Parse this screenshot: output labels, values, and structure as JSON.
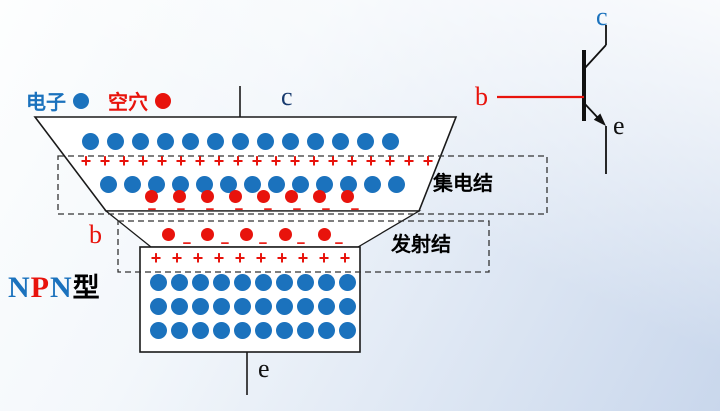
{
  "legend": {
    "electron_label": "电子",
    "hole_label": "空穴"
  },
  "diagram": {
    "collector_terminal": "c",
    "base_terminal": "b",
    "emitter_terminal": "e",
    "collector_junction_label": "集电结",
    "emitter_junction_label": "发射结",
    "type_label": {
      "n1": "N",
      "p": "P",
      "n2": "N",
      "suffix": "型"
    }
  },
  "symbol": {
    "collector": "c",
    "base": "b",
    "emitter": "e"
  },
  "glyphs": {
    "plus": "+",
    "minus": "−"
  },
  "counts": {
    "collector_electron_row1": 13,
    "collector_plus_row": 19,
    "collector_electron_row2": 13,
    "collector_hole_row": 8,
    "collector_minus_row": 8,
    "base_hole_row": 5,
    "base_minus_row": 5,
    "base_plus_row": 10,
    "emitter_electron_row": 10
  },
  "colors": {
    "electron": "#1b72bd",
    "hole": "#e8130c",
    "navy": "#173a6e",
    "outline": "#1a1a1a"
  }
}
